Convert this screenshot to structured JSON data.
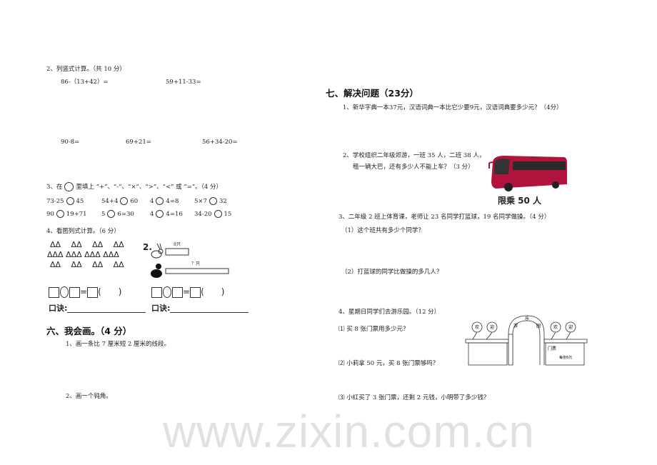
{
  "left": {
    "q2": {
      "title": "2、列竖式计算。（共 10 分）",
      "items": [
        "86-（13+42）=",
        "59+11-33=",
        "90-8=",
        "69+21=",
        "56+34-20="
      ]
    },
    "q3": {
      "title_pre": "3、在",
      "title_post": "里填上 “+”、“-”、“×”、“>”、“<” 或 “=”。（4 分）",
      "row1": [
        [
          "73-25",
          "45"
        ],
        [
          "54+4",
          "60"
        ],
        [
          "4",
          "4=8"
        ],
        [
          "5×7",
          "32"
        ]
      ],
      "row2": [
        [
          "90",
          "19+71"
        ],
        [
          "5",
          "6=30"
        ],
        [
          "4",
          "4=16"
        ],
        [
          "34-20",
          "15"
        ]
      ]
    },
    "q4": {
      "title": "4、看图列式计算。（6 分）",
      "triangle_rows": [
        "ΔΔ　 ΔΔ　 ΔΔ　 ΔΔ",
        "ΔΔΔ ΔΔΔ ΔΔΔ ΔΔΔ",
        "ΔΔ　 ΔΔ　 ΔΔ　 ΔΔ"
      ],
      "label_2": "2.",
      "rabbit_label": "8只",
      "duck_label": "？只",
      "paren": "(　　)",
      "koujue": "口诀:"
    },
    "s6": {
      "title": "六、我会画。（4 分）",
      "items": [
        "1、画一条比 7 厘米短 2 厘米的线段。",
        "2、画一个钝角。"
      ]
    }
  },
  "right": {
    "s7": {
      "title": "七、解决问题（23分）"
    },
    "p1": "1、新华字典一本37元，汉语词典一本比它少要9元，汉语词典要多少元？（4分）",
    "p2": [
      "2、学校组织二年级郊游，一班 35 人，二班 38 人，",
      "租一辆大巴，还有多少人不能上车？（3 分）"
    ],
    "bus_caption": "限乘 50 人",
    "p3": {
      "title": "3、二年级 2 班上体育课，老师让 23 名同学打篮球，19 名同学做操。（4 分）",
      "q1": "（1）这个班共有多少个同学？",
      "q2": "（2）打蓝球的同学比做操的多几人？"
    },
    "p4": {
      "title": "4、星期日同学们去游乐园。（12 分）",
      "q1": "⑴ 买 8 张门票用多少元？",
      "q2": "⑵ 小莉拿 50 元，买 8 张门票够吗？",
      "q3": "⑶ 小红买了 3 张门票，还剩 2 元钱，小明带了多少钱？",
      "balloons": [
        "欢",
        "迎",
        "欢",
        "迎"
      ],
      "arch": [
        "游",
        "乐",
        "园"
      ],
      "ticket": "门票",
      "price": "每张6元"
    }
  },
  "watermark": "www.zixin.com.cn",
  "colors": {
    "bus": "#b0143c",
    "watermark": "#d8d8d8"
  }
}
